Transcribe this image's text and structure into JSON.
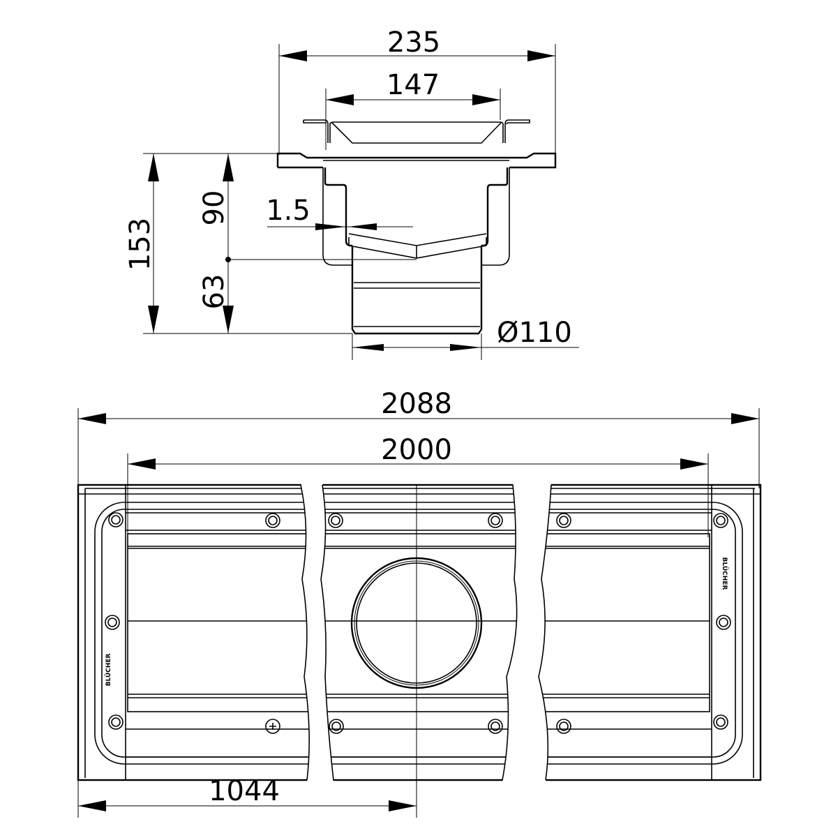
{
  "drawing": {
    "section_view": {
      "dimensions": {
        "overall_width": "235",
        "grate_width": "147",
        "total_height": "153",
        "upper_height": "90",
        "lower_height": "63",
        "wall_thickness": "1.5",
        "outlet_diameter": "Ø110"
      }
    },
    "plan_view": {
      "dimensions": {
        "overall_length": "2088",
        "channel_length": "2000",
        "outlet_position": "1044"
      },
      "logo_text": "BLÜCHER"
    }
  }
}
